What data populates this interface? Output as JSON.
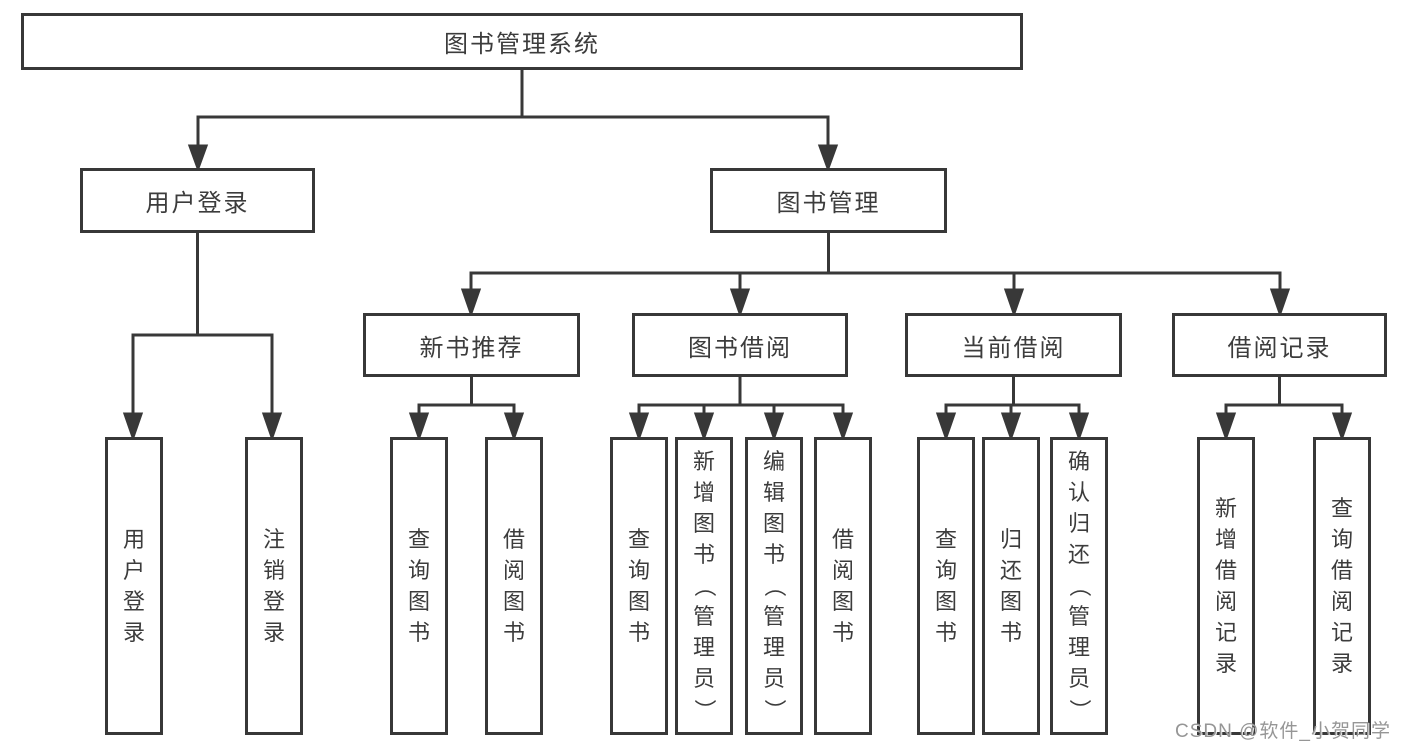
{
  "tree": {
    "root": "图书管理系统",
    "branches": [
      {
        "label": "用户登录",
        "children": [
          "用户登录",
          "注销登录"
        ]
      },
      {
        "label": "图书管理",
        "groups": [
          {
            "label": "新书推荐",
            "children": [
              "查询图书",
              "借阅图书"
            ]
          },
          {
            "label": "图书借阅",
            "children": [
              "查询图书",
              "新增图书（管理员）",
              "编辑图书（管理员）",
              "借阅图书"
            ]
          },
          {
            "label": "当前借阅",
            "children": [
              "查询图书",
              "归还图书",
              "确认归还（管理员）"
            ]
          },
          {
            "label": "借阅记录",
            "children": [
              "新增借阅记录",
              "查询借阅记录"
            ]
          }
        ]
      }
    ]
  },
  "watermark": {
    "text": "CSDN @软件_小贺同学"
  },
  "colors": {
    "line": "#383838",
    "text": "#3c3c3c",
    "background": "#ffffff",
    "watermark": "#969696"
  }
}
